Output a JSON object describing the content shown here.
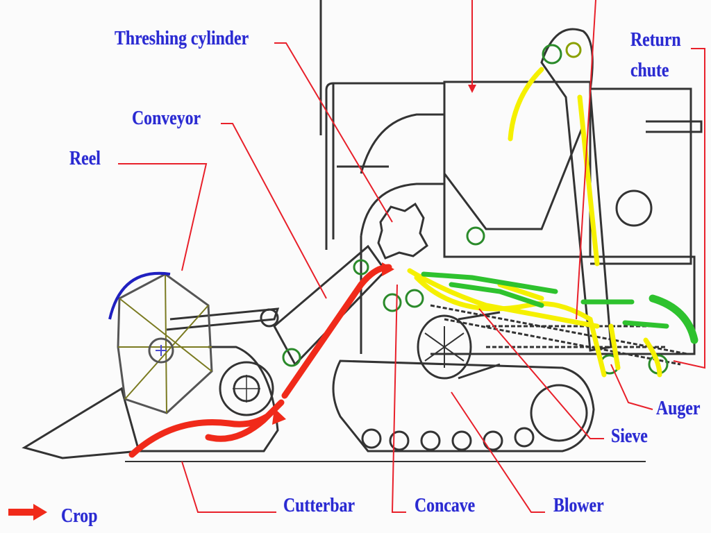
{
  "labels": {
    "threshing_cylinder": "Threshing cylinder",
    "conveyor": "Conveyor",
    "reel": "Reel",
    "return_chute_line1": "Return",
    "return_chute_line2": "chute",
    "auger": "Auger",
    "sieve": "Sieve",
    "blower": "Blower",
    "concave": "Concave",
    "cutterbar": "Cutterbar"
  },
  "legend": {
    "crop": "Crop"
  },
  "colors": {
    "label": "#2a2ad0",
    "leader": "#e8202a",
    "crop": "#f02a1a",
    "grain": "#f5f000",
    "chaff": "#2ec22e",
    "reel_arrow": "#2020c0",
    "outline": "#333333"
  }
}
